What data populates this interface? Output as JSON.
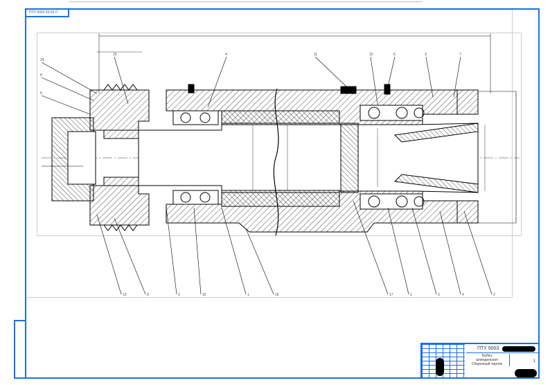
{
  "stamp_label": "ПТУ 5003.03.00 Л",
  "title_block": {
    "designation": "ПТУ 5003",
    "name_lines": [
      "Бабка",
      "шпиндельная",
      "Сборочный чертеж"
    ],
    "sheet": "1"
  },
  "callouts_top": [
    "14",
    "8",
    "5",
    "10",
    "4",
    "11",
    "12",
    "6",
    "3",
    "7"
  ],
  "callouts_bottom": [
    "13",
    "9",
    "2",
    "15",
    "1",
    "16",
    "17",
    "1",
    "3",
    "4",
    "2"
  ],
  "colors": {
    "frame": "#1a6ee8",
    "lines": "#000000",
    "sheet": "#cccccc"
  }
}
